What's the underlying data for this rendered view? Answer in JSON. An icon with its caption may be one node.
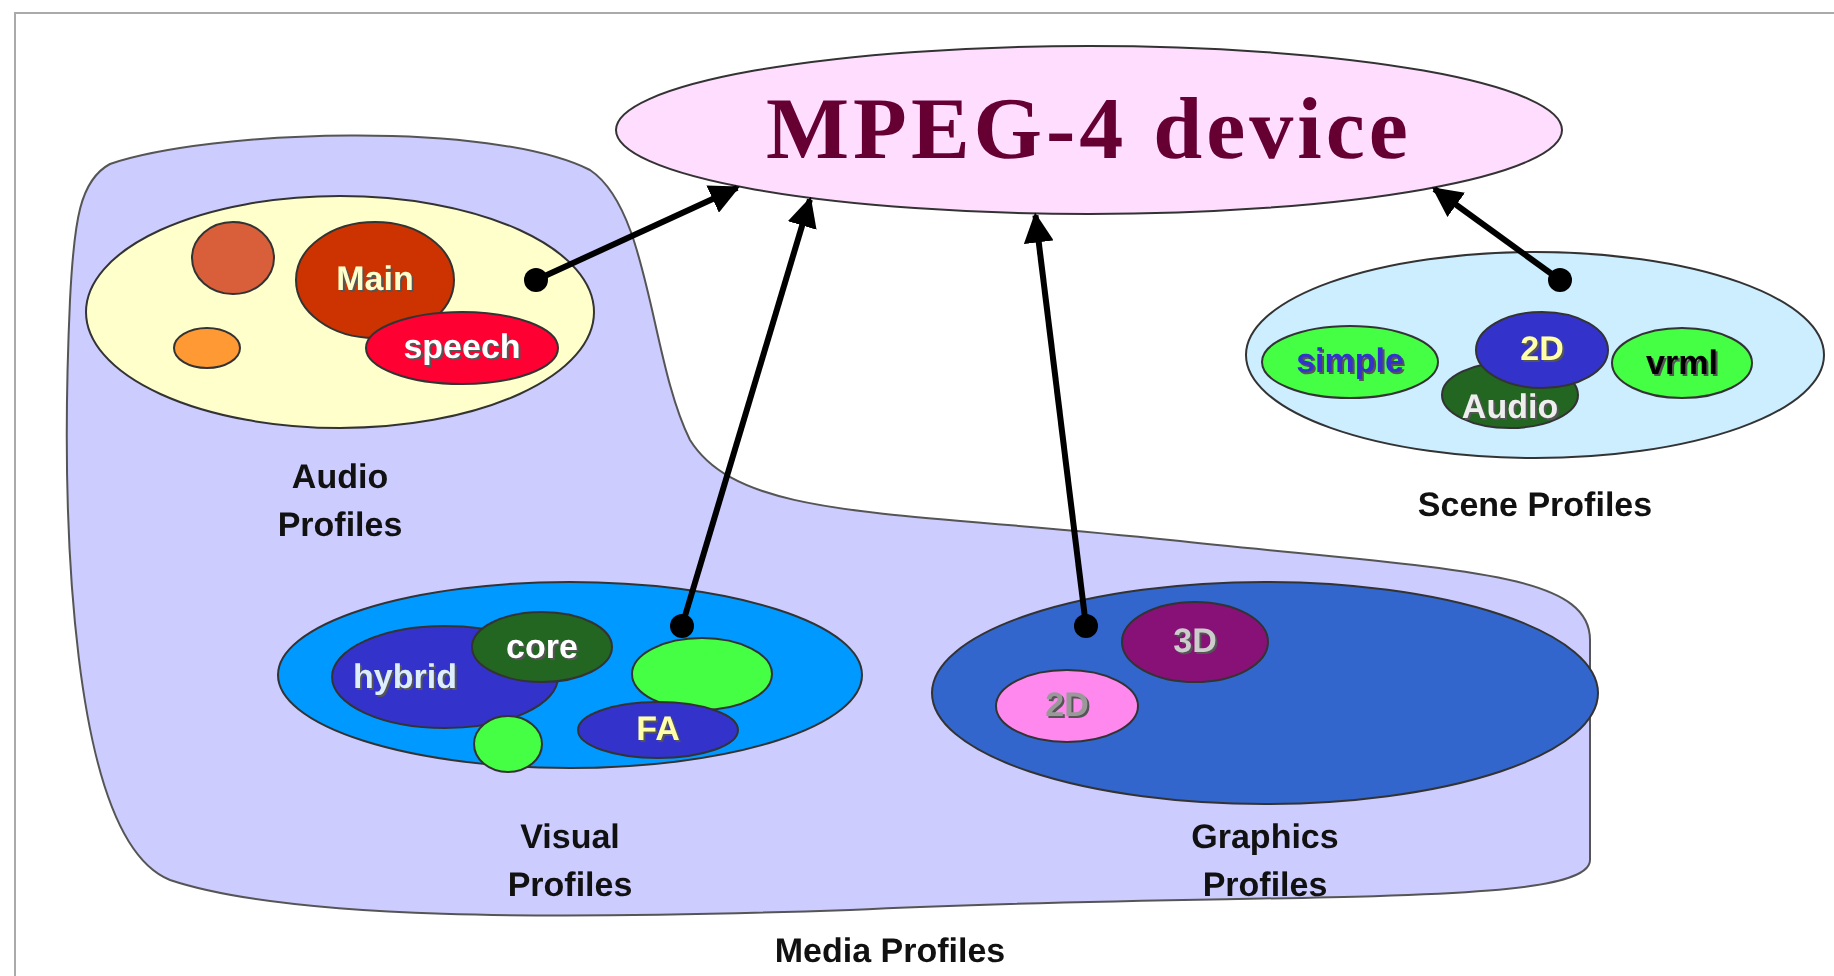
{
  "diagram": {
    "nodes": [
      {
        "text": [
          "MPEG-4 device"
        ]
      },
      {
        "text": [
          "Media Profiles"
        ]
      },
      {
        "text": [
          "Audio Profiles"
        ],
        "in": 1
      },
      {
        "text": [],
        "shape": "circle",
        "in": 2
      },
      {
        "text": [],
        "shape": "circle",
        "in": 2
      },
      {
        "text": [
          "Main"
        ],
        "in": 2
      },
      {
        "text": [
          "speech"
        ],
        "in": 2
      },
      {
        "text": [
          "Visual Profiles"
        ],
        "in": 1
      },
      {
        "text": [
          "hybrid"
        ],
        "in": 7
      },
      {
        "text": [
          "core"
        ],
        "in": 7
      },
      {
        "text": [],
        "shape": "circle",
        "in": 7
      },
      {
        "text": [],
        "shape": "circle",
        "in": 7
      },
      {
        "text": [
          "FA"
        ],
        "in": 7
      },
      {
        "text": [
          "Graphics Profiles"
        ],
        "in": 1
      },
      {
        "text": [
          "3D"
        ],
        "in": 13
      },
      {
        "text": [
          "2D"
        ],
        "in": 13
      },
      {
        "text": [
          "Scene Profiles"
        ]
      },
      {
        "text": [
          "simple"
        ],
        "in": 16
      },
      {
        "text": [
          "Audio"
        ],
        "in": 16
      },
      {
        "text": [
          "2D"
        ],
        "in": 16
      },
      {
        "text": [
          "vrml"
        ],
        "in": 16
      }
    ],
    "edges": [
      {
        "from": 2,
        "to": 0,
        "arrow": "to"
      },
      {
        "from": 7,
        "to": 0,
        "arrow": "to"
      },
      {
        "from": 13,
        "to": 0,
        "arrow": "to"
      },
      {
        "from": 16,
        "to": 0,
        "arrow": "to"
      }
    ]
  }
}
